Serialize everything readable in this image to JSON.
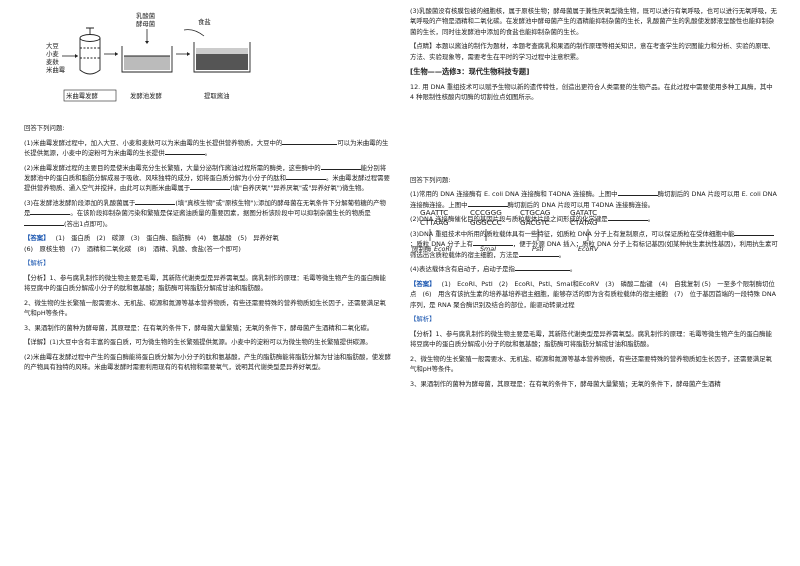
{
  "diagram": {
    "labels": [
      "大豆",
      "小麦",
      "麦麸",
      "米曲霉"
    ],
    "mid_labels": [
      "乳酸菌",
      "酵母菌"
    ],
    "salt": "食盐",
    "captions": [
      "米曲霉发酵",
      "发酵池发酵",
      "提取酱油"
    ]
  },
  "left": {
    "p0": "回答下列问题:",
    "p1a": "(1)米曲霉发酵过程中，加入大豆、小麦和麦麸可以为米曲霉的生长提供营养物质，大豆中的",
    "p1b": "可以为米曲霉的生长提供氮源，小麦中的淀粉可为米曲霉的生长提供",
    "p2a": "(2)米曲霉发酵过程的主要目的是使米曲霉充分生长繁殖，大量分泌制作酱油过程所需的酶类，这些酶中的",
    "p2b": "能分别将发酵池中的蛋白质和脂肪分解成易于吸收、风味独特的成分，如将蛋白质分解为小分子的肽和",
    "p2c": "。米曲霉发酵过程需要提供营养物质、通入空气并搅拌，由此可以判断米曲霉属于",
    "p2d": "(填\"自养厌氧\"\"异养厌氧\"或\"异养好氧\")微生物。",
    "p3a": "(3)在发酵池发酵阶段添加的乳酸菌属于",
    "p3b": "(填\"真核生物\"或\"原核生物\");添加的酵母菌在无氧条件下分解葡萄糖的产物是",
    "p3c": "。在该阶段抑制杂菌污染和繁殖是保证酱油质量的重要因素，据图分析该阶段中可以抑制杂菌生长的物质是",
    "p3d": "(答出1点即可)。",
    "ans_tag": "【答案】",
    "ans1": "(1)　蛋白质",
    "ans2": "(2)　碳源",
    "ans3": "(3)　蛋白酶、脂肪酶",
    "ans4": "(4)　氨基酸",
    "ans5": "(5)　异养好氧",
    "ans6": "(6)　原核生物",
    "ans7": "(7)　酒精和二氧化碳",
    "ans8": "(8)　酒精、乳酸、食盐(答一个即可)",
    "jx_tag": "【解析】",
    "fx1": "【分析】1、参与腐乳制作的微生物主要是毛霉，其新陈代谢类型是异养需氧型。腐乳制作的原理：毛霉等微生物产生的蛋白酶能将豆腐中的蛋白质分解成小分子的肽和氨基酸；脂肪酶可将脂肪分解成甘油和脂肪酸。",
    "fx2": "2、微生物的生长繁殖一般需要水、无机盐、碳源和氮源等基本营养物质，有些还需要特殊的营养物质如生长因子，还需要满足氧气和pH等条件。",
    "fx3": "3、果酒制作的菌种为酵母菌，其原理是：在有氧的条件下，酵母菌大量繁殖；无氧的条件下，酵母菌产生酒精和二氧化碳。",
    "xj1": "【详解】(1)大豆中含有丰富的蛋白质，可为微生物的生长繁殖提供氮源。小麦中的淀粉可以为微生物的生长繁殖提供碳源。",
    "xj2": "(2)米曲霉在发酵过程中产生的蛋白酶能将蛋白质分解为小分子的肽和氨基酸，产生的脂肪酶能将脂肪分解为甘油和脂肪酸，使发酵的产物具有独特的风味。米曲霉发酵时需要利用现有的有机物和需要氧气，说明其代谢类型是异养好氧型。"
  },
  "right": {
    "r1": "(3)乳酸菌没有核膜包被的细胞核，属于原核生物；酵母菌属于兼性厌氧型微生物，既可以进行有氧呼吸，也可以进行无氧呼吸，无氧呼吸的产物是酒精和二氧化碳。在发酵池中酵母菌产生的酒精能抑制杂菌的生长，乳酸菌产生的乳酸使发酵液呈酸性也能抑制杂菌的生长，同时往发酵池中添加的食盐也能抑制杂菌的生长。",
    "dj": "【点睛】本题以酱油的制作为题材，本题考查腐乳和果酒的制作原理等相关知识，意在考查学生的识图能力和分析、实验的原理、方法、实验现象等，需要考生在平时的学习过程中注意积累。",
    "section": "[生物——选修3：现代生物科技专题]",
    "q12a": "12. 用 DNA 重组技术可以赋予生物以新的遗传特性，创造出更符合人类需要的生物产品。在此过程中需要使用多种工具酶，其中 4 种限制性核酸内切酶的切割位点如图所示。",
    "enzymes": [
      {
        "top": "GAATTC",
        "bot": "CTTAAG",
        "name": "EcoRⅠ"
      },
      {
        "top": "CCCGGG",
        "bot": "GGGCCC",
        "name": "SmaⅠ"
      },
      {
        "top": "CTGCAG",
        "bot": "GACGTC",
        "name": "PstⅠ"
      },
      {
        "top": "GATATC",
        "bot": "CTATAG",
        "name": "EcoRⅤ"
      }
    ],
    "cut_label": "限制酶",
    "r0": "回答下列问题:",
    "q1a": "(1)常用的 DNA 连接酶有 E. coli DNA 连接酶和 T4DNA 连接酶。上图中",
    "q1b": "酶切割后的 DNA 片段可以用 E. coli DNA 连接酶连接。上图中",
    "q1c": "酶切割后的 DNA 片段可以用 T4DNA 连接酶连接。",
    "q2": "(2)DNA 连接酶催化目的基因片段与质粒载体片段之间形成的化学键是",
    "q3a": "(3)DNA 重组技术中所用的质粒载体具有一些特征，如质粒 DNA 分子上有复制原点，可以保证质粒在受体细胞中能",
    "q3b": "；质粒 DNA 分子上有",
    "q3c": "，便于外源 DNA 插入；质粒 DNA 分子上有标记基因(如某种抗生素抗性基因)，利用抗生素可筛选出含质粒载体的宿主细胞，方法是",
    "q4": "(4)表达载体含有启动子，启动子是指",
    "ans_tag": "【答案】",
    "a1": "(1)　EcoRⅠ、PstⅠ",
    "a2": "(2)　EcoRⅠ、PstⅠ、SmaⅠ和EcoRⅤ",
    "a3": "(3)　磷酸二酯键",
    "a4": "(4)　自我复制",
    "a5": "(5)　一至多个限制酶切位点",
    "a6": "(6)　用含有该抗生素的培养基培养宿主细胞，能够存活的即为含有质粒载体的宿主细胞",
    "a7": "(7)　位于基因首端的一段特殊 DNA 序列，是 RNA 聚合酶识别及结合的部位，能驱动转录过程",
    "jx_tag": "【解析】",
    "f1": "【分析】1、参与腐乳制作的微生物主要是毛霉，其新陈代谢类型是异养需氧型。腐乳制作的原理：毛霉等微生物产生的蛋白酶能将豆腐中的蛋白质分解成小分子的肽和氨基酸；脂肪酶可将脂肪分解成甘油和脂肪酸。",
    "f2": "2、微生物的生长繁殖一般需要水、无机盐、碳源和氮源等基本营养物质，有些还需要特殊的营养物质如生长因子，还需要满足氧气和pH等条件。",
    "f3": "3、果酒制作的菌种为酵母菌，其原理是：在有氧的条件下，酵母菌大量繁殖；无氧的条件下，酵母菌产生酒精"
  }
}
